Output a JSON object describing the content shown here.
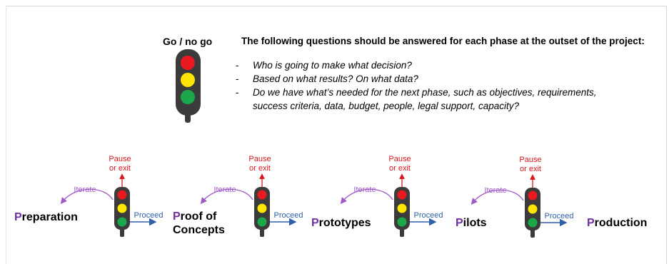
{
  "top_light": {
    "title": "Go / no go"
  },
  "heading": "The following questions should be answered for each phase at the outset of the project:",
  "bullet_marker": "-",
  "questions": [
    "Who is going to make what decision?",
    "Based on what results? On what data?",
    "Do we have what’s needed for the next phase, such as objectives, requirements, success criteria, data, budget, people, legal support, capacity?"
  ],
  "gate_labels": {
    "pause": "Pause",
    "exit": "or exit",
    "iterate": "Iterate",
    "proceed": "Proceed"
  },
  "phases": [
    {
      "initial": "P",
      "rest": "reparation",
      "line2": ""
    },
    {
      "initial": "P",
      "rest": "roof of",
      "line2": "Concepts"
    },
    {
      "initial": "P",
      "rest": "rototypes",
      "line2": ""
    },
    {
      "initial": "P",
      "rest": "ilots",
      "line2": ""
    },
    {
      "initial": "P",
      "rest": "roduction",
      "line2": ""
    }
  ],
  "colors": {
    "red": "#e8191f",
    "yellow": "#ffe600",
    "green": "#1aa84a",
    "housing": "#3b3b3b",
    "pause_arrow": "#d9161b",
    "iterate": "#a05ac8",
    "proceed": "#2e5fa8",
    "phase_initial": "#7030a0"
  }
}
